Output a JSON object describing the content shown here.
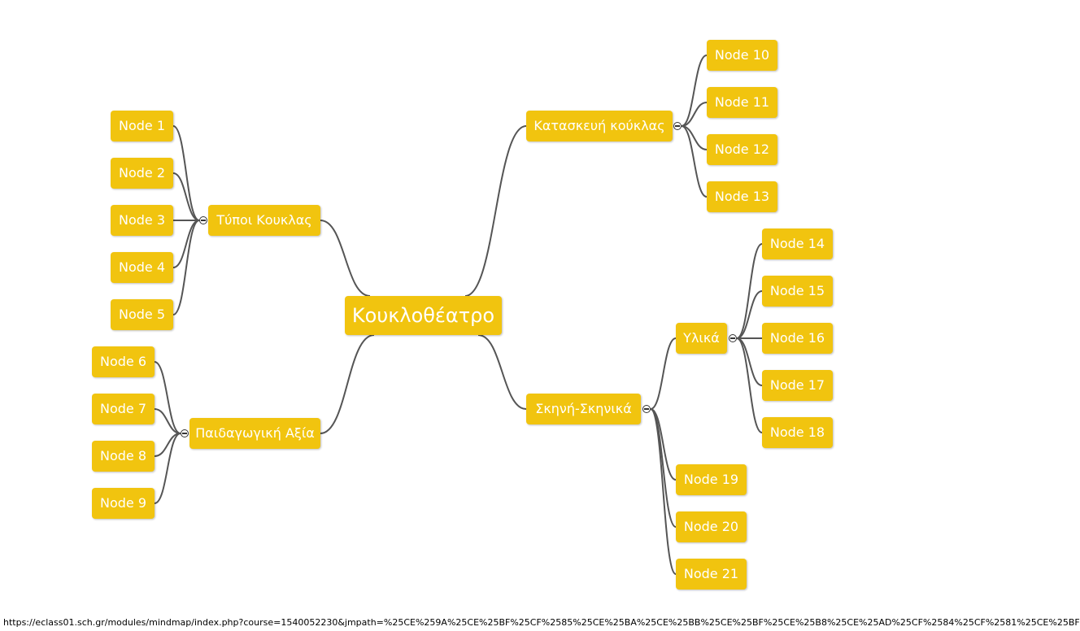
{
  "root": {
    "label": "Κουκλοθέατρο"
  },
  "branches": {
    "typoi": {
      "label": "Τύποι Κουκλας",
      "children": [
        "Node 1",
        "Node 2",
        "Node 3",
        "Node 4",
        "Node 5"
      ]
    },
    "paidagogiki": {
      "label": "Παιδαγωγική Αξία",
      "children": [
        "Node 6",
        "Node 7",
        "Node 8",
        "Node 9"
      ]
    },
    "kataskevi": {
      "label": "Κατασκευή κούκλας",
      "children": [
        "Node 10",
        "Node 11",
        "Node 12",
        "Node 13"
      ]
    },
    "skini": {
      "label": "Σκηνή-Σκηνικά",
      "children": [
        "Node 19",
        "Node 20",
        "Node 21"
      ],
      "ylika": {
        "label": "Υλικά",
        "children": [
          "Node 14",
          "Node 15",
          "Node 16",
          "Node 17",
          "Node 18"
        ]
      }
    }
  },
  "status_url": "https://eclass01.sch.gr/modules/mindmap/index.php?course=1540052230&jmpath=%25CE%259A%25CE%25BF%25CF%2585%25CE%25BA%25CE%25BB%25CE%25BF%25CE%25B8%25CE%25AD%25CF%2584%25CF%2581%25CE%25BF",
  "colors": {
    "node": "#f1c40f",
    "text": "#ffffff",
    "line": "#555555"
  }
}
